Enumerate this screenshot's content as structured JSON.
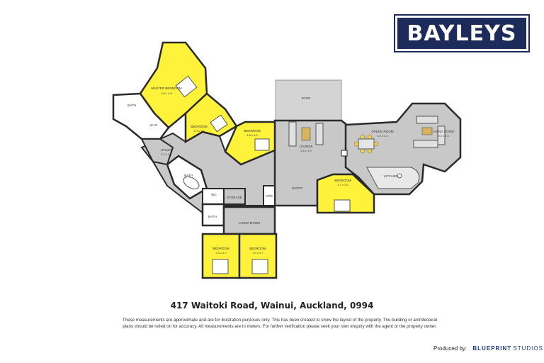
{
  "brand": {
    "name": "BAYLEYS",
    "color": "#1c2b59"
  },
  "colors": {
    "bedroom": "#fff23a",
    "living": "#c8c8c8",
    "wall": "#2a2a2a",
    "paving": "#d4d4d4"
  },
  "rooms": {
    "master_bedroom": {
      "name": "MASTER BEDROOM",
      "size": "3.8 x 4.8"
    },
    "bedroom_2": {
      "name": "BEDROOM",
      "size": "4.3 x 3.3"
    },
    "bedroom_3": {
      "name": "BEDROOM",
      "size": "4.8 x 4.0"
    },
    "bath_1": {
      "name": "BATH"
    },
    "wir": {
      "name": "W.I.R"
    },
    "study": {
      "name": "STUDY",
      "size": "2.3 x 2.7"
    },
    "bath_2": {
      "name": "BATH"
    },
    "wc": {
      "name": "WC"
    },
    "storage": {
      "name": "STORAGE"
    },
    "cpd": {
      "name": "CPD"
    },
    "bath_3": {
      "name": "BATH"
    },
    "living_room_1": {
      "name": "LIVING ROOM"
    },
    "bedroom_4": {
      "name": "BEDROOM",
      "size": "3.0 x 3.7"
    },
    "bedroom_5": {
      "name": "BEDROOM",
      "size": "3.0 x 3.7"
    },
    "patio": {
      "name": "PATIO"
    },
    "lounge": {
      "name": "LOUNGE",
      "size": "5.5 x 4.0"
    },
    "entry": {
      "name": "ENTRY"
    },
    "bedroom_6": {
      "name": "BEDROOM",
      "size": "3.7 x 3.0"
    },
    "dining_room": {
      "name": "DINING ROOM",
      "size": "4.6 x 4.5"
    },
    "living_room_2": {
      "name": "LIVING ROOM",
      "size": "5.2 x 5.5"
    },
    "kitchen": {
      "name": "KITCHEN"
    }
  },
  "address": "417 Waitoki Road, Wainui, Auckland, 0994",
  "disclaimer": {
    "line1": "These measurements are approximate and are for illustration purposes only. This has been created to show the layout of the property. The building or architectural",
    "line2": "plans should be relied on for accuracy. All measurements are in meters. For further verification please seek your own enquiry with the agent or the property owner."
  },
  "credit": {
    "prefix": "Produced by:",
    "brand_bold": "BLUEPRINT",
    "brand_light": "STUDIOS"
  }
}
